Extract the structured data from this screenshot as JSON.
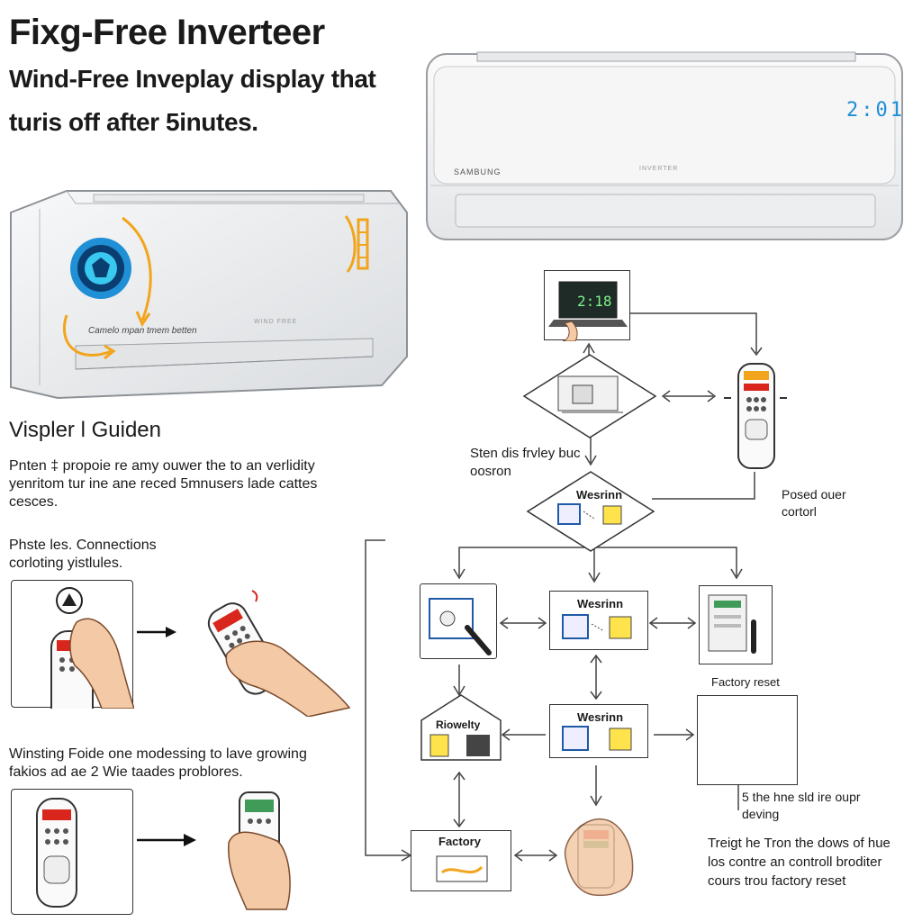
{
  "header": {
    "title": "Fixg-Free Inverteer",
    "subtitle_line1": "Wind-Free Inveplay display that",
    "subtitle_line2": "turis off after 5inutes."
  },
  "units": {
    "top_display": "2:01",
    "top_brand": "SAMBUNG",
    "top_small": "INVERTER",
    "left_caption": "Camelo mpan tmem betten",
    "left_small": "WIND FREE"
  },
  "guide": {
    "heading": "Vispler l Guiden",
    "paragraph": "Pnten ‡ propoie re amy ouwer the to an  verlidity yenritom tur ine ane reced 5mnusers lade cattes cesces.",
    "connections_label": "Phste les. Connections corloting yistlules.",
    "winsting_text": "Winsting Foide one modessing to lave growing fakios ad ae 2 Wie taades problores."
  },
  "flow": {
    "laptop_display": "2:18",
    "diamond1_text": "Sten dis frvley buc oosron",
    "diamond2_label": "Wesrinn",
    "mid_label": "Wesrinn",
    "lower_label": "Wesrinn",
    "rioweity_label": "Riowelty",
    "factory_label": "Factory",
    "factory_reset_label": "Factory reset",
    "posed_label": "Posed ouer cortorl",
    "box_text": "5 the hne sld ire oupr deving",
    "footer_text": "Treigt he Tron the dows of hue los contre an controll broditer cours trou factory reset"
  },
  "colors": {
    "accent_orange": "#f2a51c",
    "accent_blue": "#1f8fd6",
    "display_red": "#d8261c",
    "screen_green": "#3f9b57",
    "note_yellow": "#ffe34d"
  }
}
